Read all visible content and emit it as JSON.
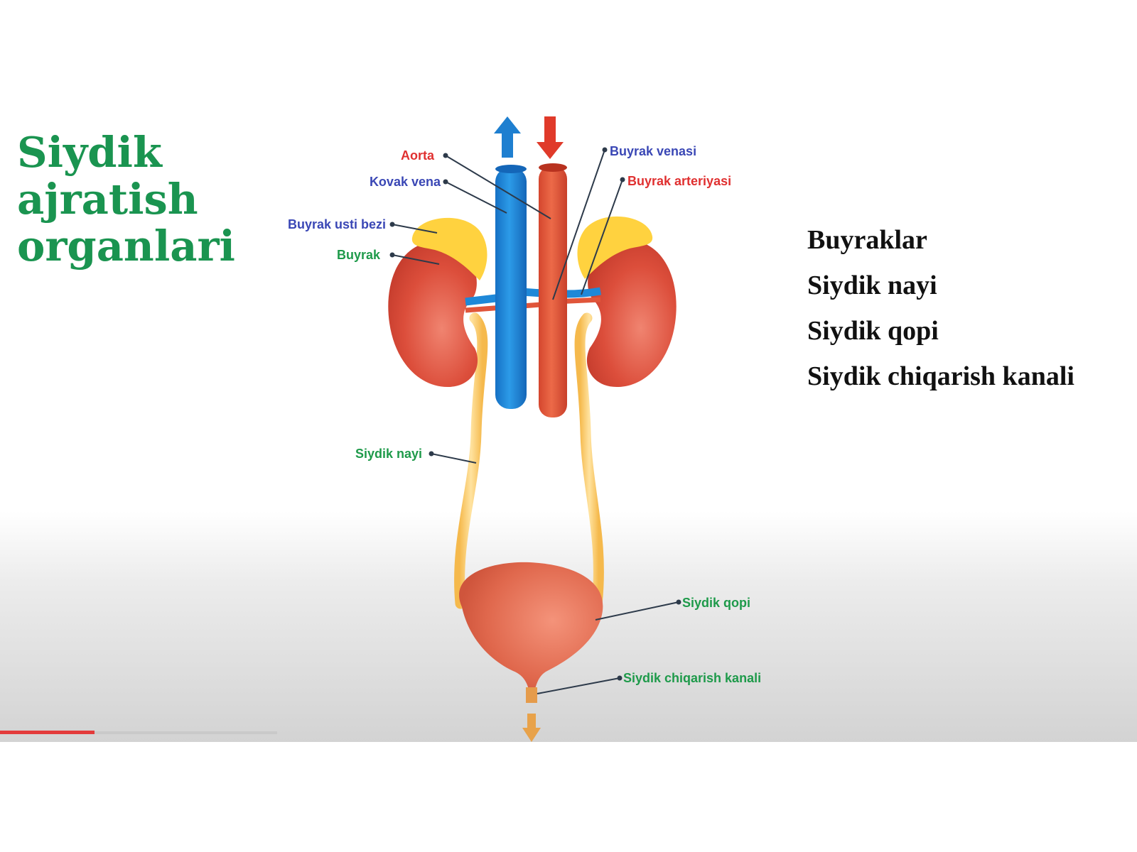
{
  "slide": {
    "title_lines": [
      "Siydik",
      "ajratish",
      "organlari"
    ],
    "organ_list": [
      "Buyraklar",
      "Siydik nayi",
      "Siydik qopi",
      "Siydik chiqarish kanali"
    ]
  },
  "diagram": {
    "labels": {
      "aorta": "Aorta",
      "kovak_vena": "Kovak vena",
      "buyrak_usti_bezi": "Buyrak usti bezi",
      "buyrak": "Buyrak",
      "buyrak_venasi": "Buyrak venasi",
      "buyrak_arteriyasi": "Buyrak arteriyasi",
      "siydik_nayi": "Siydik nayi",
      "siydik_qopi": "Siydik qopi",
      "siydik_chiqarish_kanali": "Siydik chiqarish kanali"
    }
  },
  "player": {
    "progress_fraction": 0.34
  },
  "colors": {
    "title_green": "#1a9450",
    "vein_blue": "#1e88d8",
    "artery_red": "#e0553a",
    "kidney_red": "#d84a38",
    "adrenal_yellow": "#ffd23f",
    "ureter_yellow": "#f7c867",
    "progress_red": "#e33b3b"
  }
}
